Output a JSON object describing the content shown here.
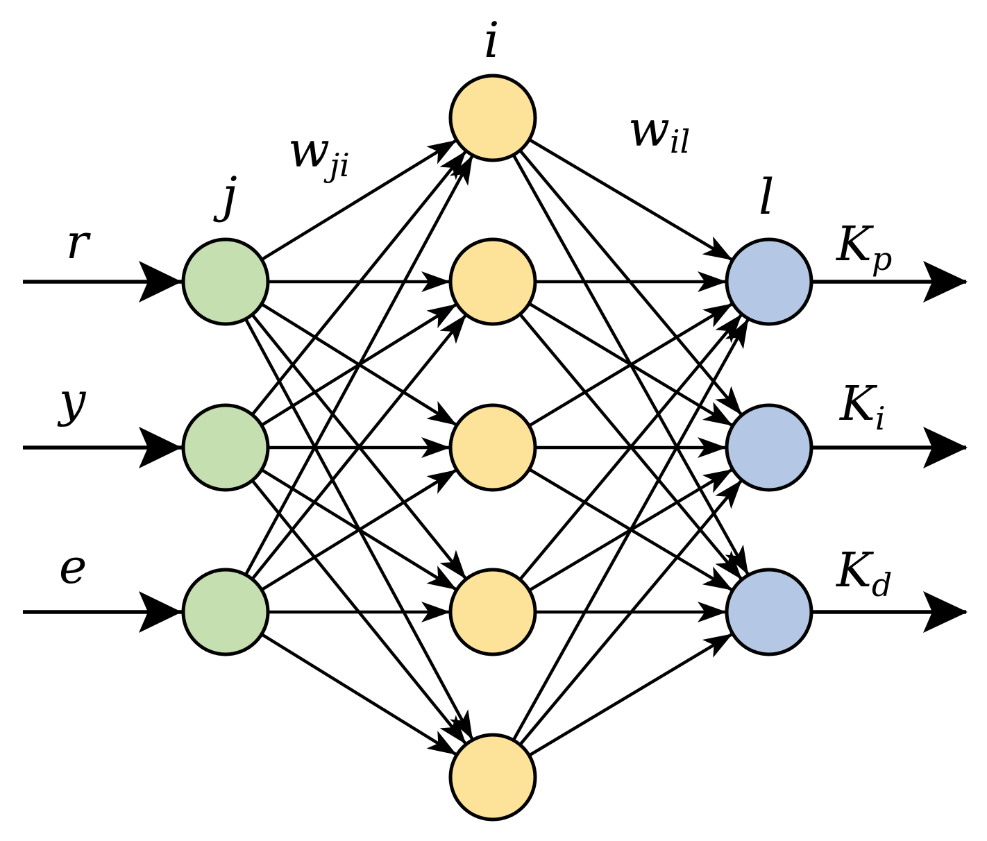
{
  "colors": {
    "input": "#c6dfb0",
    "hidden": "#fde39a",
    "output": "#b4c7e5",
    "stroke": "#000000"
  },
  "layers": {
    "input": {
      "name": "j",
      "nodes": 3
    },
    "hidden": {
      "name": "i",
      "nodes": 5
    },
    "output": {
      "name": "l",
      "nodes": 3
    }
  },
  "weights": {
    "input_hidden": {
      "base": "w",
      "sub": "ji"
    },
    "hidden_output": {
      "base": "w",
      "sub": "il"
    }
  },
  "inputs": [
    "r",
    "y",
    "e"
  ],
  "outputs": [
    {
      "base": "K",
      "sub": "p"
    },
    {
      "base": "K",
      "sub": "i"
    },
    {
      "base": "K",
      "sub": "d"
    }
  ]
}
